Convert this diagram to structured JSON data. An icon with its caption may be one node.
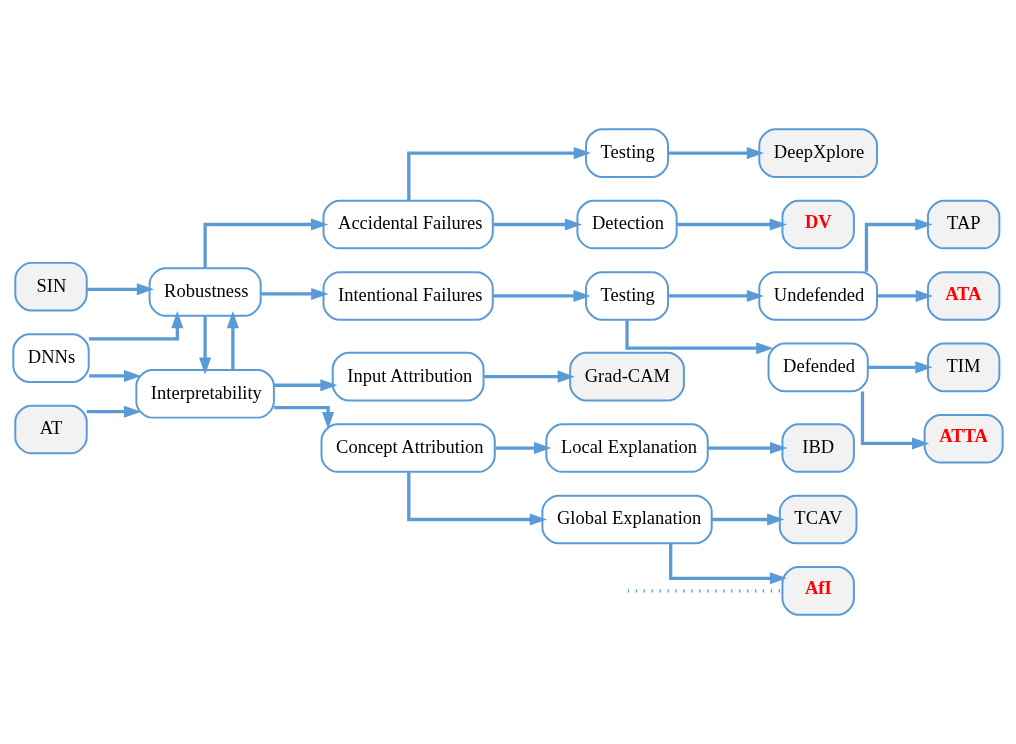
{
  "diagram": {
    "nodes": [
      {
        "text": [
          "DNNs"
        ]
      },
      {
        "text": [
          "Robustness"
        ]
      },
      {
        "text": [
          "Interpretability"
        ]
      },
      {
        "text": [
          "AT"
        ]
      },
      {
        "text": [
          "SIN"
        ]
      },
      {
        "text": [
          "Accidental Failures"
        ]
      },
      {
        "text": [
          "Intentional Failures"
        ]
      },
      {
        "text": [
          "Testing"
        ]
      },
      {
        "text": [
          "Detection"
        ]
      },
      {
        "text": [
          "DeepXplore"
        ]
      },
      {
        "text": [
          "DV"
        ]
      },
      {
        "text": [
          "Testing"
        ]
      },
      {
        "text": [
          "Undefended"
        ]
      },
      {
        "text": [
          "Defended"
        ]
      },
      {
        "text": [
          "TAP"
        ]
      },
      {
        "text": [
          "ATA"
        ]
      },
      {
        "text": [
          "TIM"
        ]
      },
      {
        "text": [
          "ATTA"
        ]
      },
      {
        "text": [
          "Input Attribution"
        ]
      },
      {
        "text": [
          "Concept Attribution"
        ]
      },
      {
        "text": [
          "Grad-CAM"
        ]
      },
      {
        "text": [
          "Local Explanation"
        ]
      },
      {
        "text": [
          "Global Explanation"
        ]
      },
      {
        "text": [
          "IBD"
        ]
      },
      {
        "text": [
          "TCAV"
        ]
      },
      {
        "text": [
          "AfI"
        ]
      }
    ],
    "edges": [
      {
        "from": 0,
        "to": 1,
        "arrow": "to"
      },
      {
        "from": 0,
        "to": 2,
        "arrow": "to"
      },
      {
        "from": 1,
        "to": 2,
        "arrow": "to"
      },
      {
        "from": 2,
        "to": 1,
        "arrow": "to"
      },
      {
        "from": 3,
        "to": 2,
        "arrow": "to"
      },
      {
        "from": 4,
        "to": 1,
        "arrow": "to"
      },
      {
        "from": 1,
        "to": 5,
        "arrow": "to"
      },
      {
        "from": 1,
        "to": 6,
        "arrow": "to"
      },
      {
        "from": 5,
        "to": 7,
        "arrow": "to"
      },
      {
        "from": 5,
        "to": 8,
        "arrow": "to"
      },
      {
        "from": 7,
        "to": 9,
        "arrow": "to"
      },
      {
        "from": 8,
        "to": 10,
        "arrow": "to"
      },
      {
        "from": 6,
        "to": 11,
        "arrow": "to"
      },
      {
        "from": 11,
        "to": 12,
        "arrow": "to"
      },
      {
        "from": 11,
        "to": 13,
        "arrow": "to"
      },
      {
        "from": 12,
        "to": 14,
        "arrow": "to"
      },
      {
        "from": 12,
        "to": 15,
        "arrow": "to"
      },
      {
        "from": 13,
        "to": 16,
        "arrow": "to"
      },
      {
        "from": 13,
        "to": 17,
        "arrow": "to"
      },
      {
        "from": 2,
        "to": 18,
        "arrow": "to"
      },
      {
        "from": 2,
        "to": 19,
        "arrow": "to"
      },
      {
        "from": 18,
        "to": 20,
        "arrow": "to"
      },
      {
        "from": 19,
        "to": 21,
        "arrow": "to"
      },
      {
        "from": 19,
        "to": 22,
        "arrow": "to"
      },
      {
        "from": 21,
        "to": 23,
        "arrow": "to"
      },
      {
        "from": 22,
        "to": 24,
        "arrow": "to"
      },
      {
        "from": 22,
        "to": 25,
        "arrow": "to"
      },
      {
        "from": null,
        "to": 25,
        "arrow": "none",
        "style": "dashed"
      }
    ]
  }
}
